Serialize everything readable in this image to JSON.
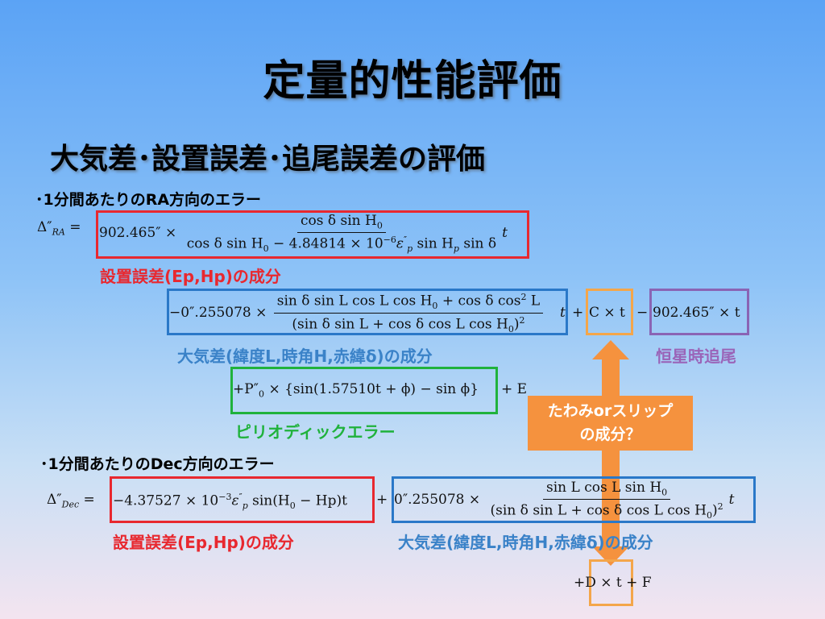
{
  "slide": {
    "title": "定量的性能評価",
    "subtitle": "大気差･設置誤差･追尾誤差の評価"
  },
  "ra": {
    "bullet": "･1分間あたりのRA方向のエラー",
    "lhs": "Δ″",
    "lhs_sub": "RA",
    "eq": "=",
    "term1_coef": "902.465″ ×",
    "term1_num": "cos δ sin H",
    "term1_den": "cos δ sin H",
    "term1_den_tail": " − 4.84814 × 10",
    "term1_den_exp": "−6",
    "term1_den_end": " sin H",
    "term1_den_last": " sin δ",
    "term1_t": "t",
    "label_install": "設置誤差(Ep,Hp)の成分",
    "term2_coef": "−0″.255078 ×",
    "term2_num": "sin δ sin L cos L cos H",
    "term2_num_tail": " + cos δ cos",
    "term2_num_end": " L",
    "term2_den": "(sin δ sin L + cos δ cos L cos H",
    "term2_den_end": ")",
    "term2_t": "t",
    "plus_c": "+",
    "c_term": "C × t",
    "minus": "−",
    "sidereal_term": "902.465″ × t",
    "label_atmos": "大気差(緯度L,時角H,赤緯δ)の成分",
    "label_sidereal": "恒星時追尾",
    "periodic_term": "+P″",
    "periodic_term_tail": " × {sin(1.57510t + ϕ) − sin ϕ}",
    "plus_e": "+ E",
    "label_periodic": "ピリオディックエラー"
  },
  "callout": {
    "line1": "たわみorスリップ",
    "line2": "の成分？"
  },
  "dec": {
    "bullet": "･1分間あたりのDec方向のエラー",
    "lhs": "Δ″",
    "lhs_sub": "Dec",
    "eq": "=",
    "term1": "−4.37527 × 10",
    "term1_exp": "−3",
    "term1_tail": " sin(H",
    "term1_end": " − Hp)t",
    "plus": "+",
    "term2_coef": "0″.255078 ×",
    "term2_num": "sin L cos L sin H",
    "term2_den": "(sin δ sin L + cos δ cos L cos H",
    "term2_den_end": ")",
    "term2_t": "t",
    "label_install": "設置誤差(Ep,Hp)の成分",
    "label_atmos": "大気差(緯度L,時角H,赤緯δ)の成分",
    "d_term": "+D × t + F"
  },
  "colors": {
    "red": "#e8282f",
    "blue": "#2a78c8",
    "orange": "#f4a64a",
    "purple": "#8a64b4",
    "green": "#20b23c",
    "callout": "#f5923e"
  }
}
